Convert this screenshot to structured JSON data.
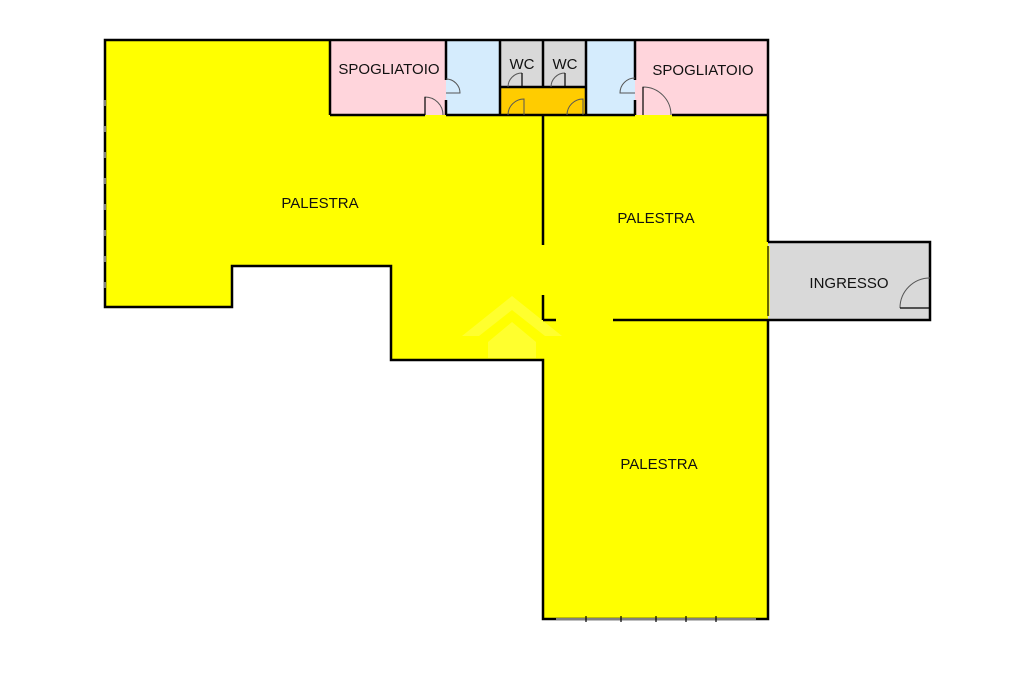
{
  "colors": {
    "gym": "#ffff00",
    "locker_room": "#ffd5dc",
    "shower": "#d5ecfd",
    "wc": "#d9d9d9",
    "corridor": "#ffcc00",
    "entrance": "#d9d9d9",
    "wall": "#000000"
  },
  "rooms": {
    "palestra_main": "PALESTRA",
    "palestra_center": "PALESTRA",
    "palestra_south": "PALESTRA",
    "spogliatoio_left": "SPOGLIATOIO",
    "spogliatoio_right": "SPOGLIATOIO",
    "wc_left": "WC",
    "wc_right": "WC",
    "ingresso": "INGRESSO"
  }
}
